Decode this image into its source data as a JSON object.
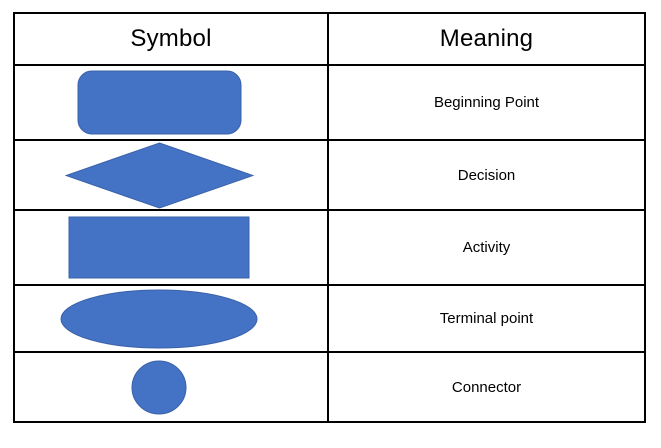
{
  "table": {
    "headers": [
      "Symbol",
      "Meaning"
    ],
    "rows": [
      {
        "symbol": "rounded-rectangle",
        "meaning": "Beginning Point"
      },
      {
        "symbol": "diamond",
        "meaning": "Decision"
      },
      {
        "symbol": "rectangle",
        "meaning": "Activity"
      },
      {
        "symbol": "ellipse",
        "meaning": "Terminal point"
      },
      {
        "symbol": "circle",
        "meaning": "Connector"
      }
    ]
  },
  "colors": {
    "shape_fill": "#4472C4",
    "shape_stroke": "#3A62A9",
    "border": "#000000",
    "background": "#FFFFFF",
    "text": "#000000"
  }
}
